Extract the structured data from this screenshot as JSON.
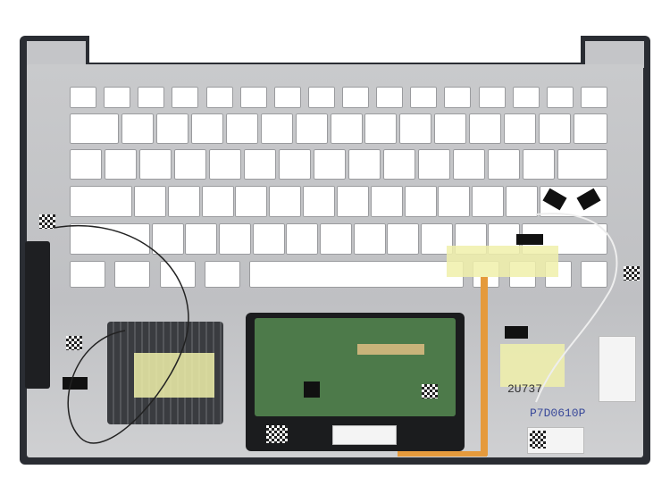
{
  "image": {
    "subject": "laptop-palmrest-keyboard-frame",
    "labels": {
      "part_number": "P7D0610P",
      "stamp_number": "2U737"
    },
    "colors": {
      "frame": "#2a2d33",
      "body": "#c9cacc",
      "pcb": "#4d7a4a",
      "flex_cable": "#e59a3c",
      "tape": "#f0f0aa"
    }
  }
}
